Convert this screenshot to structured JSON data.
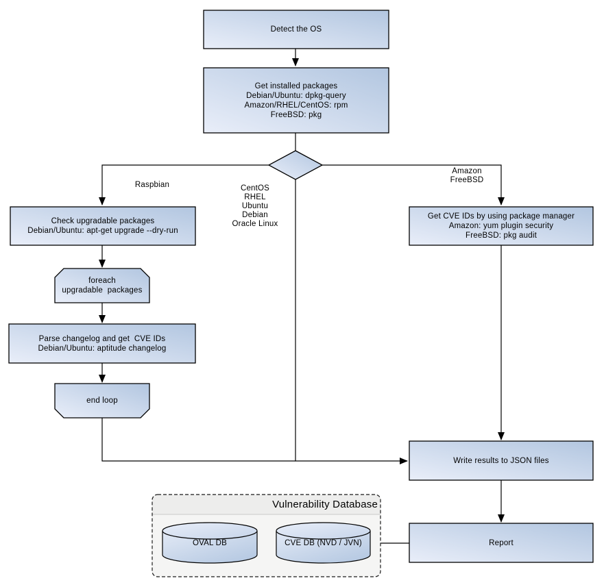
{
  "diagram_type": "flowchart",
  "colors": {
    "node_fill_light": "#e7edf8",
    "node_fill_dark": "#b2c6e0",
    "node_border": "#000000",
    "connector": "#000000",
    "db_container_body": "#f5f5f4",
    "db_container_header": "#ededec",
    "text": "#000000"
  },
  "nodes": {
    "detect_os": {
      "lines": [
        "Detect the OS"
      ]
    },
    "get_installed_packages": {
      "lines": [
        "Get installed packages",
        "Debian/Ubuntu: dpkg-query",
        "Amazon/RHEL/CentOS: rpm",
        "FreeBSD: pkg"
      ]
    },
    "check_upgradable": {
      "lines": [
        "Check upgradable packages",
        "Debian/Ubuntu: apt-get upgrade --dry-run"
      ]
    },
    "foreach_loop_begin": {
      "lines": [
        "foreach",
        "upgradable  packages"
      ]
    },
    "parse_changelog": {
      "lines": [
        "Parse changelog and get  CVE IDs",
        "Debian/Ubuntu: aptitude changelog"
      ]
    },
    "end_loop": {
      "lines": [
        "end loop"
      ]
    },
    "get_cve_ids": {
      "lines": [
        "Get CVE IDs by using package manager",
        "Amazon: yum plugin security",
        "FreeBSD: pkg audit"
      ]
    },
    "write_results": {
      "lines": [
        "Write results to JSON files"
      ]
    },
    "report": {
      "lines": [
        "Report"
      ]
    }
  },
  "edge_labels": {
    "left_branch": "Raspbian",
    "middle_branch": [
      "CentOS",
      "RHEL",
      "Ubuntu",
      "Debian",
      "Oracle Linux"
    ],
    "right_branch": [
      "Amazon",
      "FreeBSD"
    ]
  },
  "database": {
    "title": "Vulnerability Database",
    "cylinders": [
      "OVAL DB",
      "CVE DB (NVD / JVN)"
    ]
  }
}
